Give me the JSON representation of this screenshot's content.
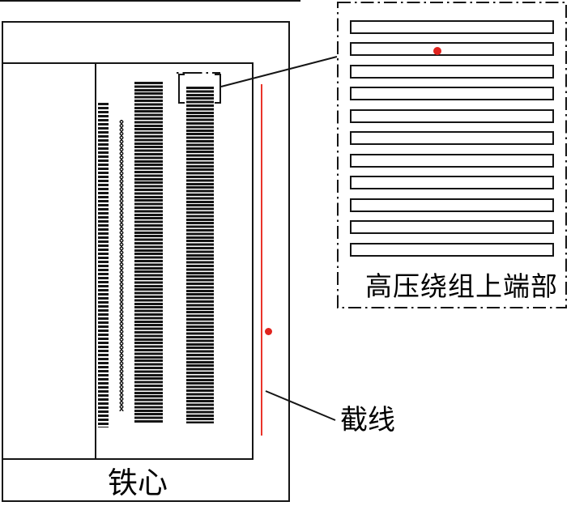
{
  "main_view": {
    "core_label": "铁心",
    "section_line_label": "截线"
  },
  "detail_view": {
    "title": "高压绕组上端部",
    "turns": 11
  },
  "colors": {
    "ink": "#151515",
    "red_dot": "#e0231e",
    "red_line": "#ea342a"
  }
}
